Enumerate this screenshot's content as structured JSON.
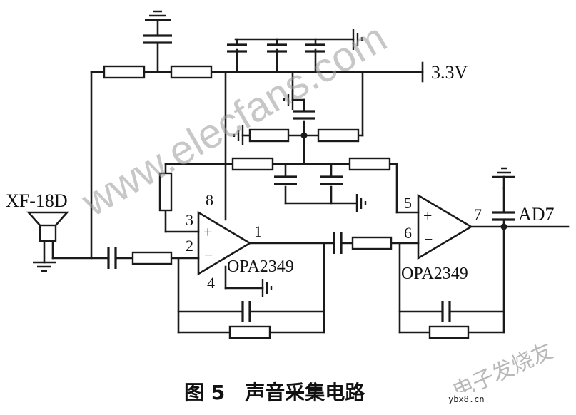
{
  "labels": {
    "supply": "3.3V",
    "mic": "XF-18D",
    "opamp1": "OPA2349",
    "opamp2": "OPA2349",
    "output": "AD7",
    "plus1": "+",
    "minus1": "−",
    "plus2": "+",
    "minus2": "−"
  },
  "pins": {
    "u1_in_plus": "3",
    "u1_in_minus": "2",
    "u1_out": "1",
    "u1_vcc": "8",
    "u1_gnd": "4",
    "u2_in_plus": "5",
    "u2_in_minus": "6",
    "u2_out": "7"
  },
  "caption": "图 5　声音采集电路",
  "watermark": "www.elecfans.com",
  "corner_watermark": "电子发烧友",
  "corner_site": "ybx8.cn"
}
